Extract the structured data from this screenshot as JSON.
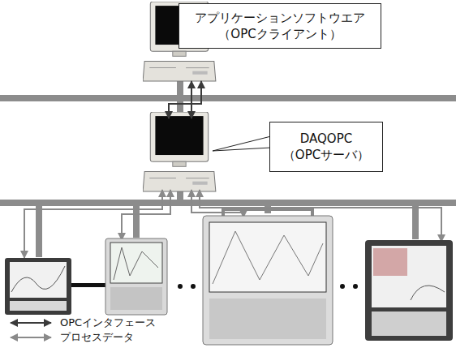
{
  "diagram": {
    "nodes": [
      {
        "text": [
          "アプリケーションソフトウエア （OPCクライアント）"
        ]
      },
      {
        "text": [
          "DAQOPC （OPCサーバ）"
        ]
      }
    ],
    "legend": [
      {
        "text": "OPCインタフェース"
      },
      {
        "text": "プロセスデータ"
      }
    ]
  }
}
